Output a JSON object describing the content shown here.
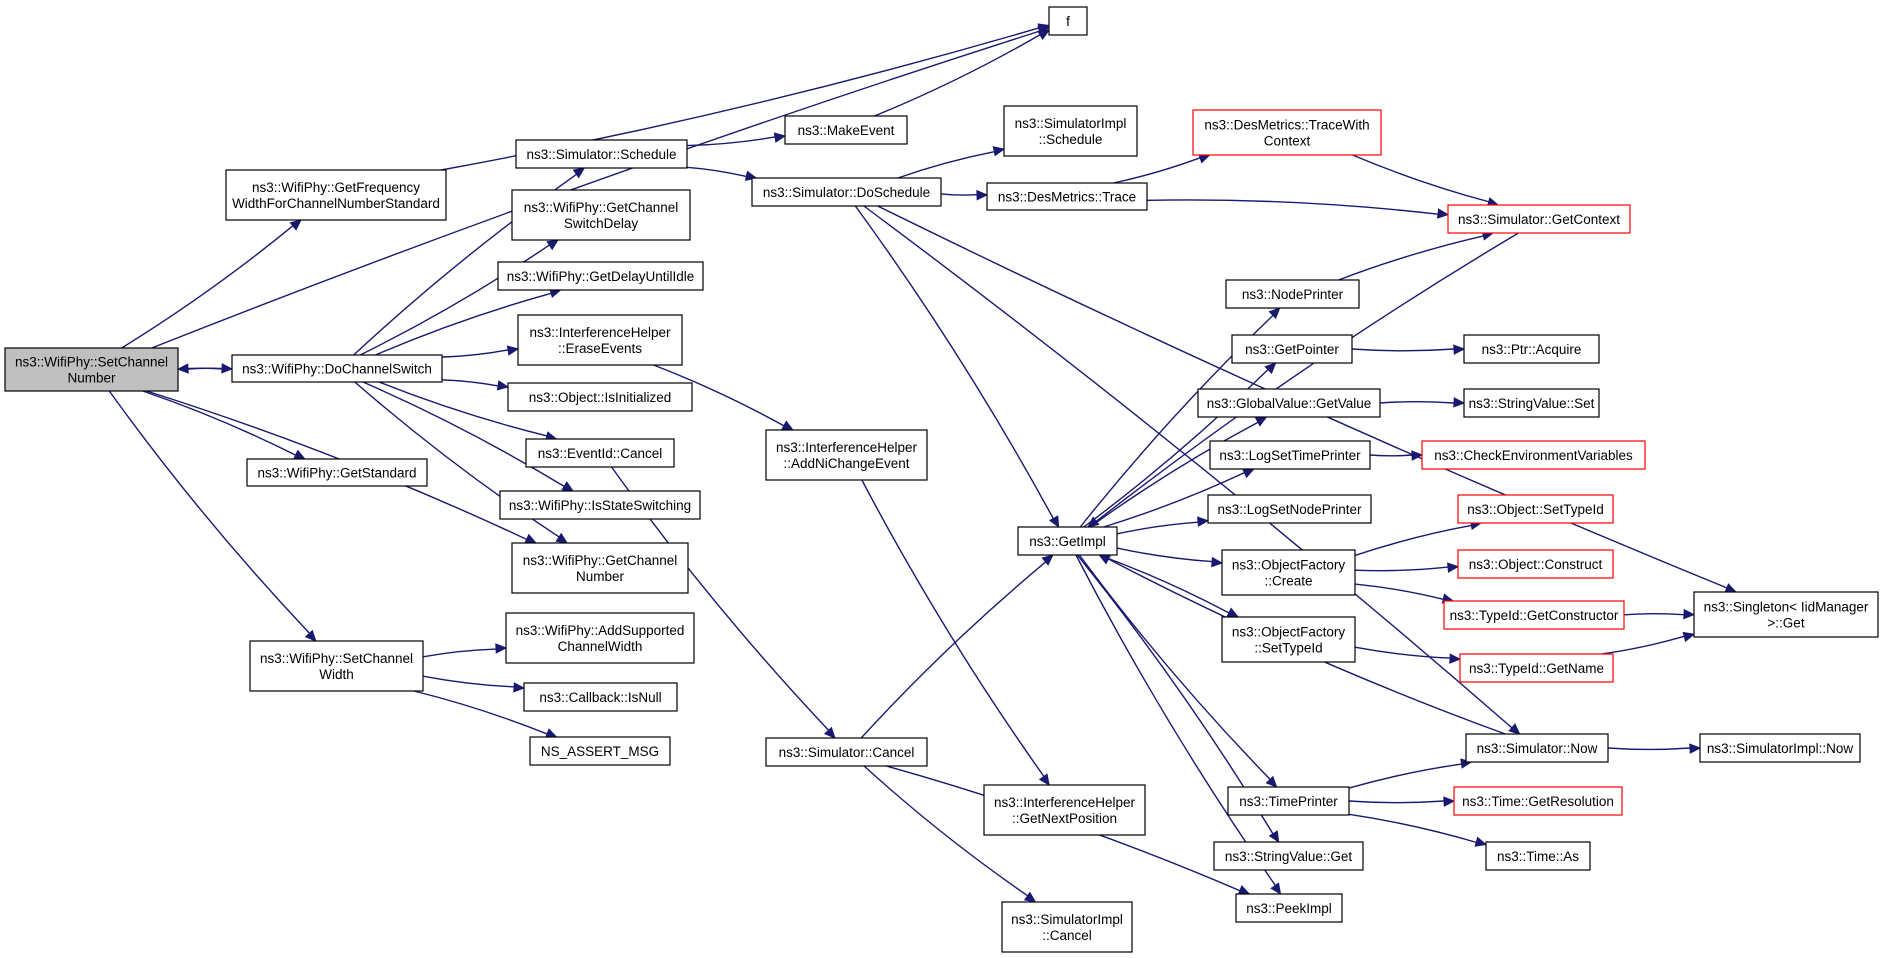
{
  "nodes": {
    "f": {
      "lines": [
        "f"
      ],
      "color": "black"
    },
    "setChannelNumber": {
      "lines": [
        "ns3::WifiPhy::SetChannel",
        "Number"
      ],
      "color": "black",
      "root": true
    },
    "getFreqWidth": {
      "lines": [
        "ns3::WifiPhy::GetFrequency",
        "WidthForChannelNumberStandard"
      ],
      "color": "black"
    },
    "doChannelSwitch": {
      "lines": [
        "ns3::WifiPhy::DoChannelSwitch"
      ],
      "color": "black"
    },
    "getStandard": {
      "lines": [
        "ns3::WifiPhy::GetStandard"
      ],
      "color": "black"
    },
    "setChannelWidth": {
      "lines": [
        "ns3::WifiPhy::SetChannel",
        "Width"
      ],
      "color": "black"
    },
    "schedule": {
      "lines": [
        "ns3::Simulator::Schedule"
      ],
      "color": "black"
    },
    "getChannelSwitchDelay": {
      "lines": [
        "ns3::WifiPhy::GetChannel",
        "SwitchDelay"
      ],
      "color": "black"
    },
    "getDelayUntilIdle": {
      "lines": [
        "ns3::WifiPhy::GetDelayUntilIdle"
      ],
      "color": "black"
    },
    "eraseEvents": {
      "lines": [
        "ns3::InterferenceHelper",
        "::EraseEvents"
      ],
      "color": "black"
    },
    "isInitialized": {
      "lines": [
        "ns3::Object::IsInitialized"
      ],
      "color": "black"
    },
    "eventIdCancel": {
      "lines": [
        "ns3::EventId::Cancel"
      ],
      "color": "black"
    },
    "isStateSwitching": {
      "lines": [
        "ns3::WifiPhy::IsStateSwitching"
      ],
      "color": "black"
    },
    "getChannelNumber": {
      "lines": [
        "ns3::WifiPhy::GetChannel",
        "Number"
      ],
      "color": "black"
    },
    "addSupportedWidth": {
      "lines": [
        "ns3::WifiPhy::AddSupported",
        "ChannelWidth"
      ],
      "color": "black"
    },
    "callbackIsNull": {
      "lines": [
        "ns3::Callback::IsNull"
      ],
      "color": "black"
    },
    "nsAssertMsg": {
      "lines": [
        "NS_ASSERT_MSG"
      ],
      "color": "black"
    },
    "makeEvent": {
      "lines": [
        "ns3::MakeEvent"
      ],
      "color": "black"
    },
    "doSchedule": {
      "lines": [
        "ns3::Simulator::DoSchedule"
      ],
      "color": "black"
    },
    "addNiChangeEvent": {
      "lines": [
        "ns3::InterferenceHelper",
        "::AddNiChangeEvent"
      ],
      "color": "black"
    },
    "simulatorCancel": {
      "lines": [
        "ns3::Simulator::Cancel"
      ],
      "color": "black"
    },
    "simImplSchedule": {
      "lines": [
        "ns3::SimulatorImpl",
        "::Schedule"
      ],
      "color": "black"
    },
    "desMetricsTrace": {
      "lines": [
        "ns3::DesMetrics::Trace"
      ],
      "color": "black"
    },
    "getImpl": {
      "lines": [
        "ns3::GetImpl"
      ],
      "color": "black"
    },
    "getNextPosition": {
      "lines": [
        "ns3::InterferenceHelper",
        "::GetNextPosition"
      ],
      "color": "black"
    },
    "simImplCancel": {
      "lines": [
        "ns3::SimulatorImpl",
        "::Cancel"
      ],
      "color": "black"
    },
    "traceWithContext": {
      "lines": [
        "ns3::DesMetrics::TraceWith",
        "Context"
      ],
      "color": "red"
    },
    "nodePrinter": {
      "lines": [
        "ns3::NodePrinter"
      ],
      "color": "black"
    },
    "getPointer": {
      "lines": [
        "ns3::GetPointer"
      ],
      "color": "black"
    },
    "globalValueGetValue": {
      "lines": [
        "ns3::GlobalValue::GetValue"
      ],
      "color": "black"
    },
    "logSetTimePrinter": {
      "lines": [
        "ns3::LogSetTimePrinter"
      ],
      "color": "black"
    },
    "logSetNodePrinter": {
      "lines": [
        "ns3::LogSetNodePrinter"
      ],
      "color": "black"
    },
    "objectFactoryCreate": {
      "lines": [
        "ns3::ObjectFactory",
        "::Create"
      ],
      "color": "black"
    },
    "objectFactorySetTypeId": {
      "lines": [
        "ns3::ObjectFactory",
        "::SetTypeId"
      ],
      "color": "black"
    },
    "timePrinter": {
      "lines": [
        "ns3::TimePrinter"
      ],
      "color": "black"
    },
    "stringValueGet": {
      "lines": [
        "ns3::StringValue::Get"
      ],
      "color": "black"
    },
    "peekImpl": {
      "lines": [
        "ns3::PeekImpl"
      ],
      "color": "black"
    },
    "getContext": {
      "lines": [
        "ns3::Simulator::GetContext"
      ],
      "color": "red"
    },
    "ptrAcquire": {
      "lines": [
        "ns3::Ptr::Acquire"
      ],
      "color": "black"
    },
    "stringValueSet": {
      "lines": [
        "ns3::StringValue::Set"
      ],
      "color": "black"
    },
    "checkEnvVars": {
      "lines": [
        "ns3::CheckEnvironmentVariables"
      ],
      "color": "red"
    },
    "objectSetTypeId": {
      "lines": [
        "ns3::Object::SetTypeId"
      ],
      "color": "red"
    },
    "objectConstruct": {
      "lines": [
        "ns3::Object::Construct"
      ],
      "color": "red"
    },
    "typeIdGetConstructor": {
      "lines": [
        "ns3::TypeId::GetConstructor"
      ],
      "color": "red"
    },
    "typeIdGetName": {
      "lines": [
        "ns3::TypeId::GetName"
      ],
      "color": "red"
    },
    "simulatorNow": {
      "lines": [
        "ns3::Simulator::Now"
      ],
      "color": "black"
    },
    "timeGetResolution": {
      "lines": [
        "ns3::Time::GetResolution"
      ],
      "color": "red"
    },
    "timeAs": {
      "lines": [
        "ns3::Time::As"
      ],
      "color": "black"
    },
    "singletonGet": {
      "lines": [
        "ns3::Singleton< IidManager",
        " >::Get"
      ],
      "color": "black"
    },
    "simImplNow": {
      "lines": [
        "ns3::SimulatorImpl::Now"
      ],
      "color": "black"
    }
  },
  "edges": [
    [
      "setChannelNumber",
      "f"
    ],
    [
      "setChannelNumber",
      "getFreqWidth"
    ],
    [
      "setChannelNumber",
      "doChannelSwitch"
    ],
    [
      "doChannelSwitch",
      "setChannelNumber"
    ],
    [
      "setChannelNumber",
      "getStandard"
    ],
    [
      "setChannelNumber",
      "setChannelWidth"
    ],
    [
      "setChannelNumber",
      "getChannelNumber"
    ],
    [
      "getFreqWidth",
      "f"
    ],
    [
      "doChannelSwitch",
      "schedule"
    ],
    [
      "doChannelSwitch",
      "getChannelSwitchDelay"
    ],
    [
      "doChannelSwitch",
      "getDelayUntilIdle"
    ],
    [
      "doChannelSwitch",
      "eraseEvents"
    ],
    [
      "doChannelSwitch",
      "isInitialized"
    ],
    [
      "doChannelSwitch",
      "eventIdCancel"
    ],
    [
      "doChannelSwitch",
      "isStateSwitching"
    ],
    [
      "doChannelSwitch",
      "getChannelNumber"
    ],
    [
      "setChannelWidth",
      "addSupportedWidth"
    ],
    [
      "setChannelWidth",
      "callbackIsNull"
    ],
    [
      "setChannelWidth",
      "nsAssertMsg"
    ],
    [
      "schedule",
      "makeEvent"
    ],
    [
      "schedule",
      "doSchedule"
    ],
    [
      "makeEvent",
      "f"
    ],
    [
      "eraseEvents",
      "addNiChangeEvent"
    ],
    [
      "eventIdCancel",
      "simulatorCancel"
    ],
    [
      "doSchedule",
      "simImplSchedule"
    ],
    [
      "doSchedule",
      "desMetricsTrace"
    ],
    [
      "doSchedule",
      "getImpl"
    ],
    [
      "doSchedule",
      "singletonGet"
    ],
    [
      "doSchedule",
      "simulatorNow"
    ],
    [
      "addNiChangeEvent",
      "getNextPosition"
    ],
    [
      "simulatorCancel",
      "getImpl"
    ],
    [
      "simulatorCancel",
      "simImplCancel"
    ],
    [
      "simulatorCancel",
      "peekImpl"
    ],
    [
      "desMetricsTrace",
      "traceWithContext"
    ],
    [
      "desMetricsTrace",
      "getContext"
    ],
    [
      "traceWithContext",
      "getContext"
    ],
    [
      "nodePrinter",
      "getContext"
    ],
    [
      "getContext",
      "getImpl"
    ],
    [
      "getImpl",
      "nodePrinter"
    ],
    [
      "getImpl",
      "getPointer"
    ],
    [
      "getImpl",
      "globalValueGetValue"
    ],
    [
      "getImpl",
      "logSetTimePrinter"
    ],
    [
      "getImpl",
      "logSetNodePrinter"
    ],
    [
      "getImpl",
      "objectFactoryCreate"
    ],
    [
      "getImpl",
      "objectFactorySetTypeId"
    ],
    [
      "getImpl",
      "timePrinter"
    ],
    [
      "getImpl",
      "stringValueGet"
    ],
    [
      "getImpl",
      "peekImpl"
    ],
    [
      "simulatorNow",
      "getImpl"
    ],
    [
      "getPointer",
      "ptrAcquire"
    ],
    [
      "globalValueGetValue",
      "stringValueSet"
    ],
    [
      "logSetTimePrinter",
      "checkEnvVars"
    ],
    [
      "objectFactoryCreate",
      "objectSetTypeId"
    ],
    [
      "objectFactoryCreate",
      "objectConstruct"
    ],
    [
      "objectFactoryCreate",
      "typeIdGetConstructor"
    ],
    [
      "objectFactorySetTypeId",
      "typeIdGetName"
    ],
    [
      "typeIdGetConstructor",
      "singletonGet"
    ],
    [
      "typeIdGetName",
      "singletonGet"
    ],
    [
      "timePrinter",
      "simulatorNow"
    ],
    [
      "timePrinter",
      "timeGetResolution"
    ],
    [
      "timePrinter",
      "timeAs"
    ],
    [
      "simulatorNow",
      "simImplNow"
    ]
  ],
  "colors": {
    "edge": "#191970",
    "border": "#000000",
    "warn_border": "#ff0000",
    "root_fill": "#bfbfbf",
    "fill": "#ffffff"
  }
}
